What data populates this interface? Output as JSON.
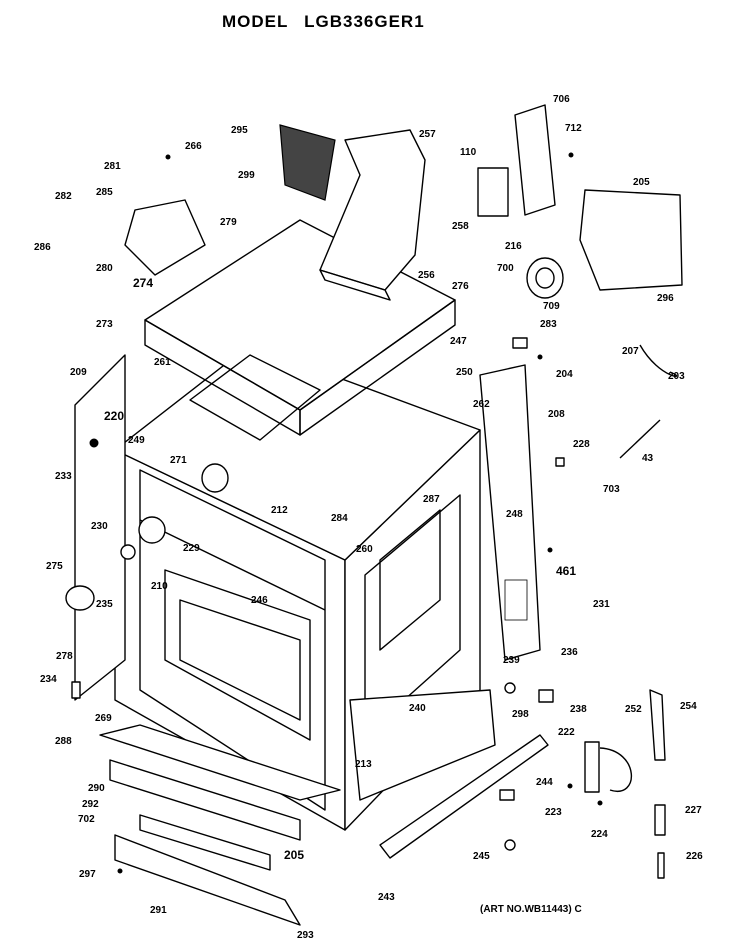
{
  "header": {
    "model_label": "MODEL",
    "model_number": "LGB336GER1"
  },
  "footer": {
    "art_number": "(ART NO.WB11443) C"
  },
  "callouts": [
    "706",
    "712",
    "295",
    "257",
    "266",
    "110",
    "205",
    "281",
    "299",
    "282",
    "285",
    "279",
    "258",
    "286",
    "216",
    "280",
    "700",
    "274",
    "276",
    "256",
    "709",
    "296",
    "273",
    "283",
    "247",
    "204",
    "207",
    "203",
    "209",
    "261",
    "250",
    "262",
    "208",
    "220",
    "249",
    "228",
    "271",
    "43",
    "233",
    "287",
    "703",
    "212",
    "284",
    "248",
    "230",
    "229",
    "260",
    "461",
    "275",
    "235",
    "210",
    "246",
    "231",
    "278",
    "239",
    "236",
    "234",
    "298",
    "238",
    "252",
    "254",
    "269",
    "240",
    "222",
    "288",
    "213",
    "244",
    "290",
    "223",
    "227",
    "292",
    "224",
    "702",
    "205",
    "245",
    "226",
    "297",
    "291",
    "243",
    "293"
  ]
}
